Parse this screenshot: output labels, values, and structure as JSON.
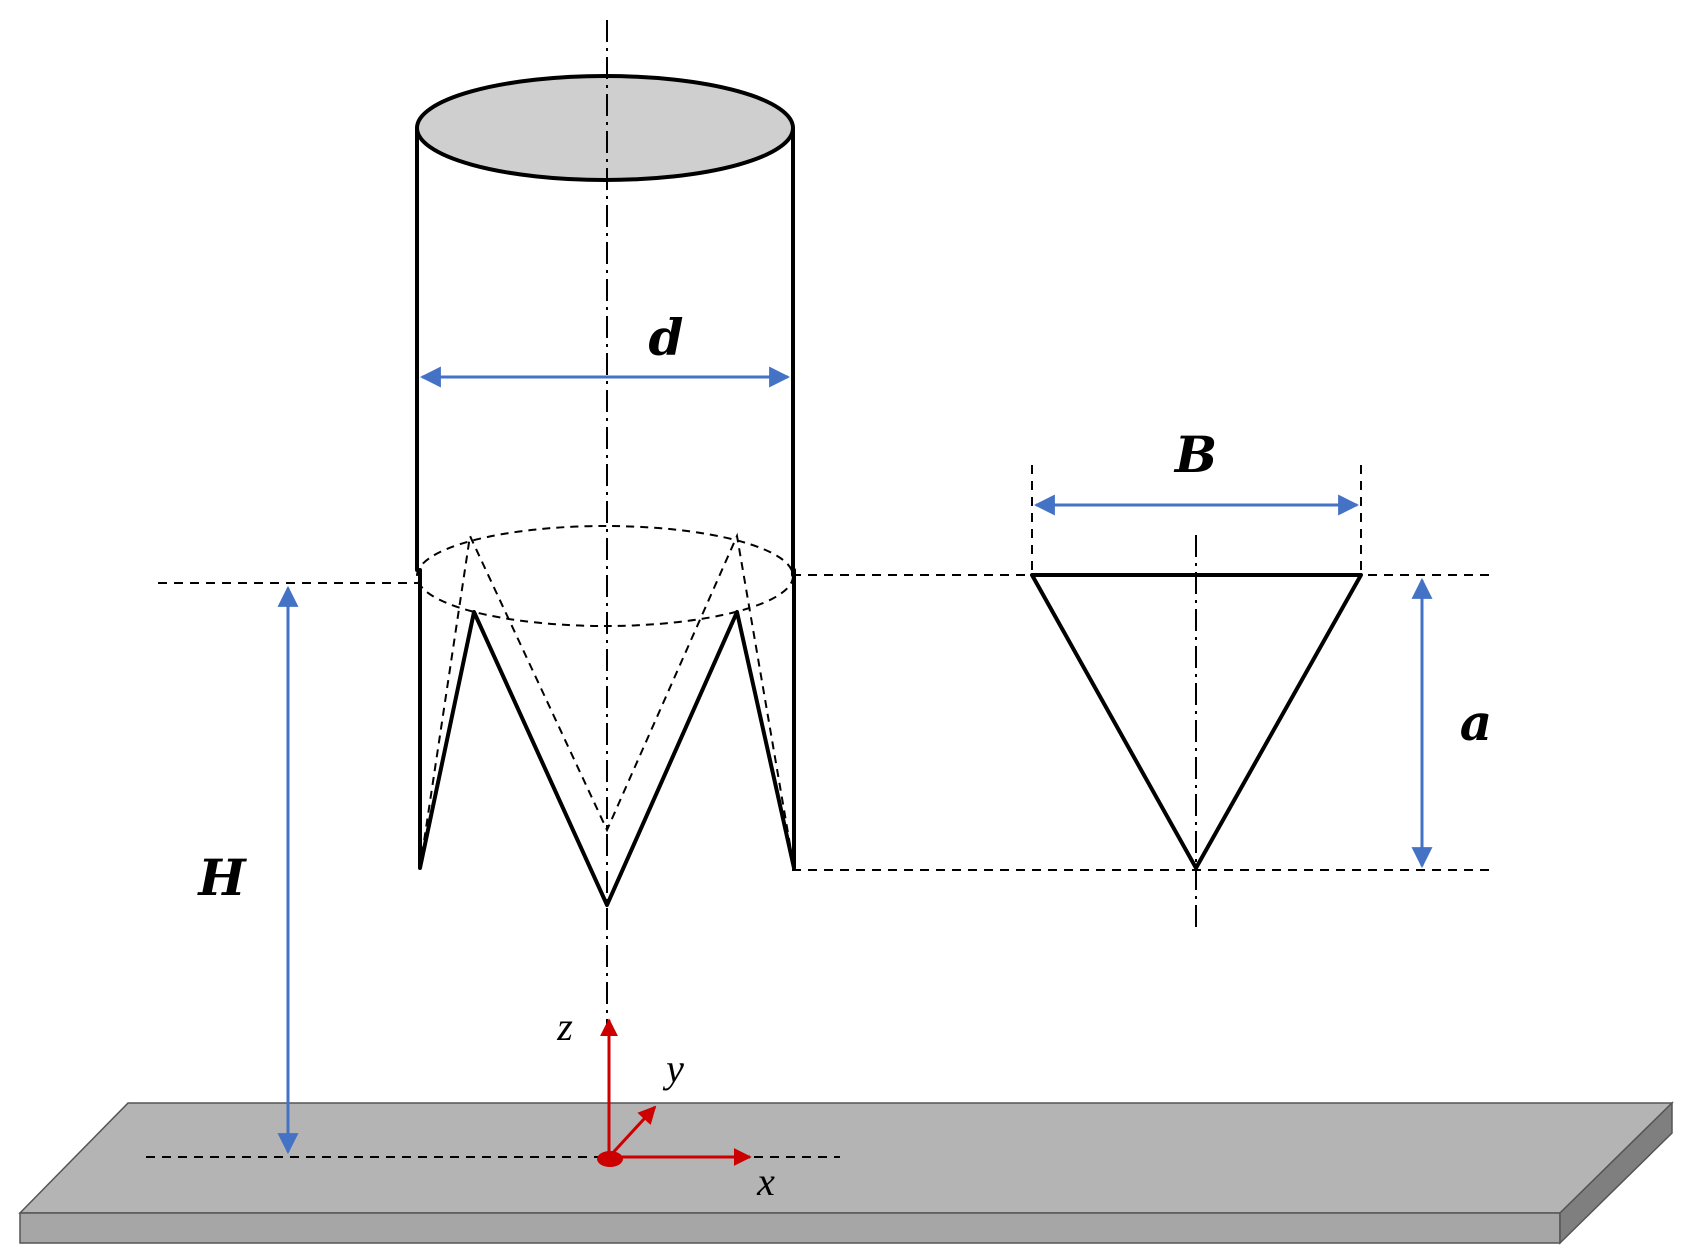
{
  "labels": {
    "diameter": "d",
    "width": "B",
    "depth": "a",
    "height": "H",
    "axis_x": "x",
    "axis_y": "y",
    "axis_z": "z"
  },
  "colors": {
    "dimension": "#4472c4",
    "axis": "#cc0000",
    "top_face": "#d0cfcf",
    "plate_top": "#b4b4b4",
    "plate_front": "#a6a6a6",
    "plate_side": "#7f7f7f",
    "line": "#000000"
  }
}
